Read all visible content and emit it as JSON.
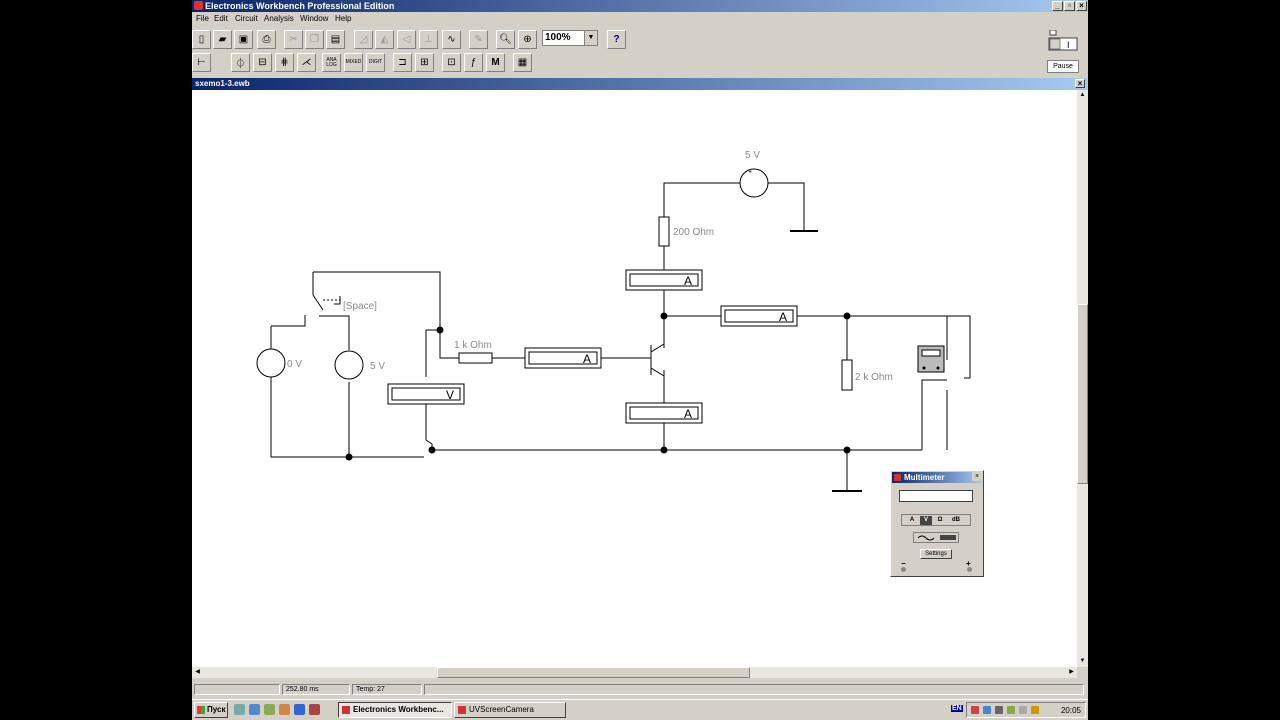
{
  "window": {
    "title": "Electronics Workbench Professional Edition"
  },
  "menu": [
    "File",
    "Edit",
    "Circuit",
    "Analysis",
    "Window",
    "Help"
  ],
  "toolbar": {
    "zoom": "100%",
    "help_label": "?",
    "pause_label": "Pause"
  },
  "component_bar": {
    "analog_label": "ANA LOG",
    "mixed_label": "MIXED",
    "digital_label": "DIGIT",
    "meter_label": "M"
  },
  "document": {
    "title": "sxemo1-3.ewb"
  },
  "circuit": {
    "supply_top": "5 V",
    "resistor_collector": "200  Ohm",
    "resistor_base": "1 k Ohm",
    "resistor_load": "2 k Ohm",
    "source_left": "0 V",
    "source_right": "5 V",
    "switch_key": "[Space]",
    "ammeter_label": "A",
    "voltmeter_label": "V"
  },
  "multimeter": {
    "title": "Multimeter",
    "modes": [
      "A",
      "V",
      "Ω",
      "dB"
    ],
    "settings_label": "Settings",
    "minus": "−",
    "plus": "+"
  },
  "status": {
    "time": "252.80 ms",
    "temp": "Temp:  27"
  },
  "taskbar": {
    "start": "Пуск",
    "tasks": [
      "Electronics Workbenc...",
      "UVScreenCamera"
    ],
    "lang": "EN",
    "clock": "20:05"
  }
}
